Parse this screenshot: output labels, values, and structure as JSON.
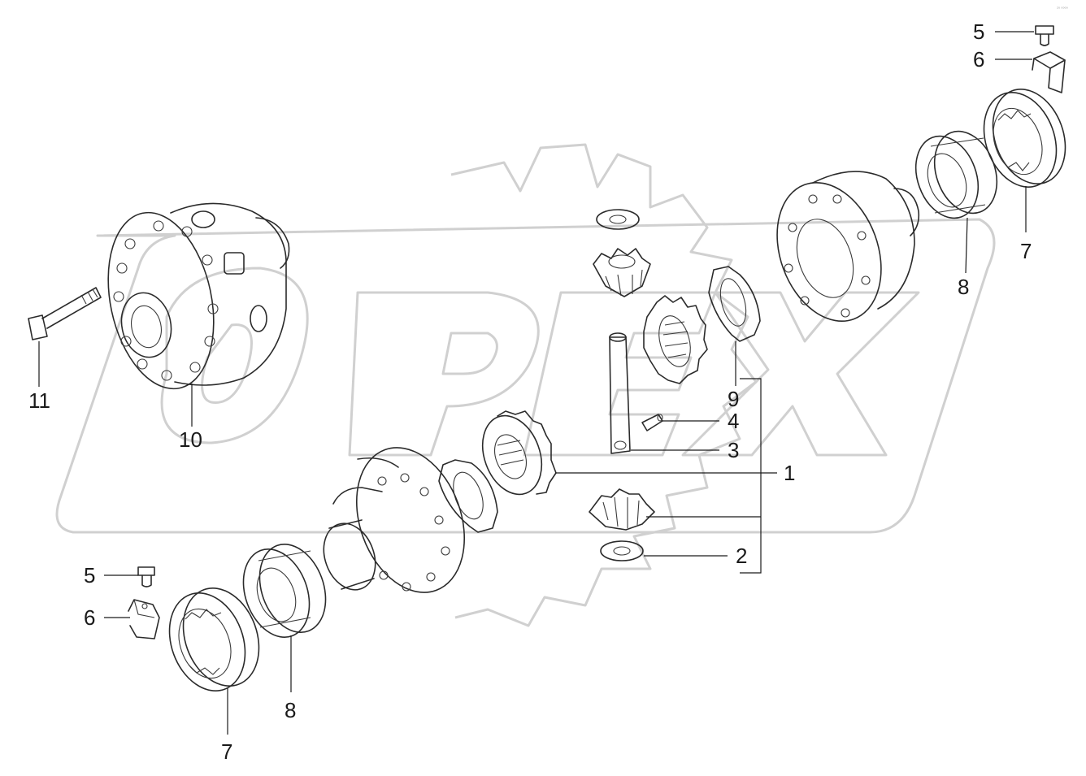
{
  "corner_mark": "₂₀ ₀₀₀₀",
  "callouts": {
    "c1": "1",
    "c2": "2",
    "c3": "3",
    "c4": "4",
    "c5_top": "5",
    "c6_top": "6",
    "c7_top": "7",
    "c8_top": "8",
    "c9": "9",
    "c10": "10",
    "c11": "11",
    "c5_bottom": "5",
    "c6_bottom": "6",
    "c7_bottom": "7",
    "c8_bottom": "8"
  },
  "colors": {
    "line": "#2b2b2b",
    "watermark": "#d0d0d0",
    "background": "#ffffff"
  }
}
